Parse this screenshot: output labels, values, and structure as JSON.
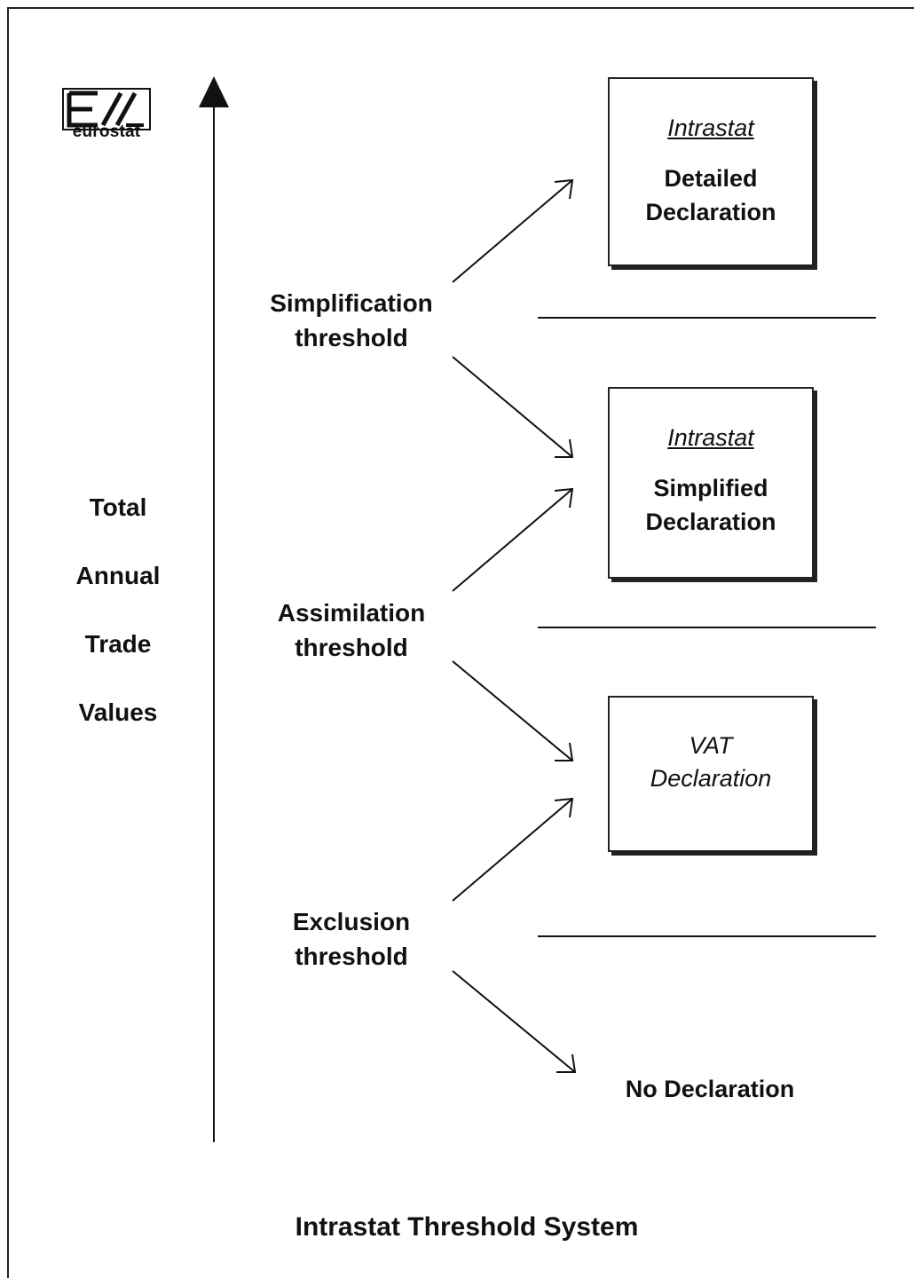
{
  "logo": {
    "wordmark": "eurostat"
  },
  "axis": {
    "words": [
      "Total",
      "Annual",
      "Trade",
      "Values"
    ]
  },
  "thresholds": {
    "simplification": {
      "line1": "Simplification",
      "line2": "threshold"
    },
    "assimilation": {
      "line1": "Assimilation",
      "line2": "threshold"
    },
    "exclusion": {
      "line1": "Exclusion",
      "line2": "threshold"
    }
  },
  "boxes": {
    "detailed": {
      "system": "Intrastat",
      "line1": "Detailed",
      "line2": "Declaration"
    },
    "simplified": {
      "system": "Intrastat",
      "line1": "Simplified",
      "line2": "Declaration"
    },
    "vat": {
      "line1": "VAT",
      "line2": "Declaration"
    }
  },
  "no_declaration": "No Declaration",
  "caption": "Intrastat Threshold System"
}
